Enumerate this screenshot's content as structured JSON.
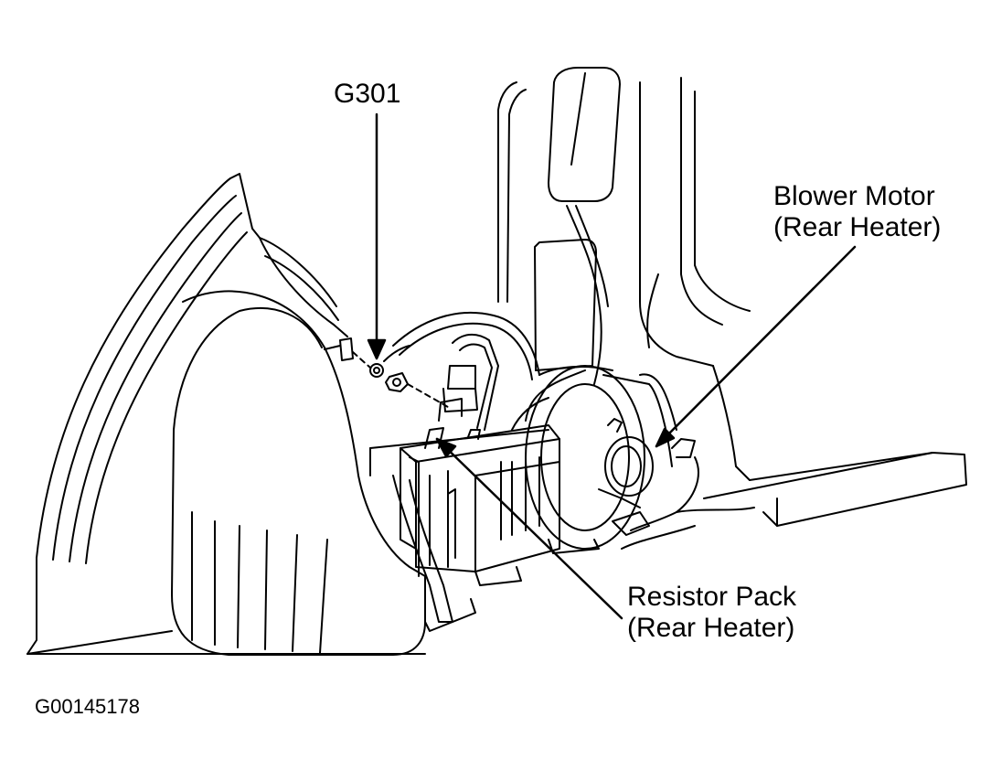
{
  "diagram": {
    "callouts": {
      "ground": "G301",
      "blower_line1": "Blower Motor",
      "blower_line2": "(Rear Heater)",
      "resistor_line1": "Resistor Pack",
      "resistor_line2": "(Rear Heater)"
    },
    "figure_id": "G00145178",
    "colors": {
      "ink": "#000000",
      "paper": "#ffffff"
    }
  }
}
